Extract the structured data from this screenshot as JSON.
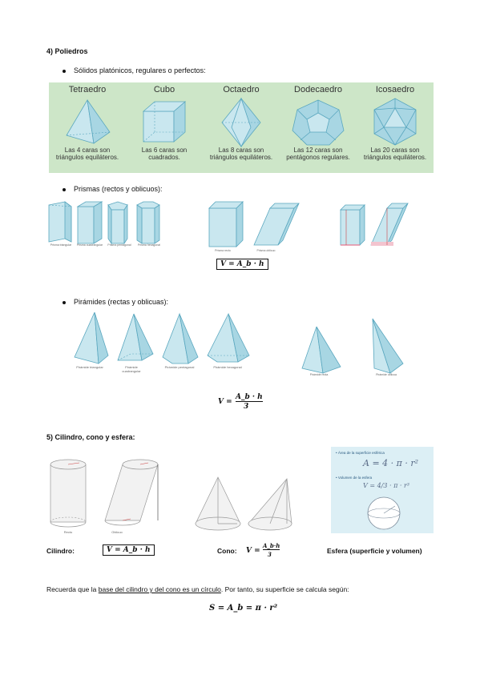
{
  "section4": {
    "title": "4) Poliedros",
    "platonic_bullet": "Sólidos platónicos, regulares o perfectos:",
    "platonic": [
      {
        "name": "Tetraedro",
        "desc": "Las 4 caras son triángulos equiláteros."
      },
      {
        "name": "Cubo",
        "desc": "Las 6 caras son cuadrados."
      },
      {
        "name": "Octaedro",
        "desc": "Las 8 caras son triángulos equiláteros."
      },
      {
        "name": "Dodecaedro",
        "desc": "Las 12 caras son pentágonos regulares."
      },
      {
        "name": "Icosaedro",
        "desc": "Las 20 caras son triángulos equiláteros."
      }
    ],
    "prism_bullet": "Prismas (rectos y oblicuos):",
    "prism_captions": [
      "Prisma triangular",
      "Prisma cuadrangular",
      "Prisma pentagonal",
      "Prisma hexagonal"
    ],
    "prism_recto": "Prisma recto",
    "prism_oblicuo": "Prisma oblicuo",
    "prism_formula": "V = A_b · h",
    "pyramid_bullet": "Pirámides (rectas y oblicuas):",
    "pyramid_captions": [
      "Pirámide triangular",
      "Pirámide cuadrangular",
      "Pirámide pentagonal",
      "Pirámide hexagonal"
    ],
    "pyramid_recta": "Pirámide recta",
    "pyramid_oblicua": "Pirámide oblicua",
    "pyramid_formula_num": "A_b · h",
    "pyramid_formula_den": "3"
  },
  "section5": {
    "title": "5) Cilindro, cono y esfera:",
    "cyl_recto": "Recto",
    "cyl_oblicuo": "Oblicuo",
    "sphere_area_label": "Área de la superficie esférica",
    "sphere_area_formula": "A = 4 · π · r²",
    "sphere_vol_label": "Volumen de la esfera",
    "sphere_vol_formula": "V = 4/3 · π · r³",
    "cilindro_label": "Cilindro:",
    "cilindro_formula": "V = A_b · h",
    "cono_label": "Cono:",
    "cono_formula_num": "A_b·h",
    "cono_formula_den": "3",
    "esfera_label": "Esfera (superficie y volumen)",
    "recuerda_pre": "Recuerda que la ",
    "recuerda_u1": "base del cilindro y del cono es un círculo",
    "recuerda_post": ". Por tanto, su superficie se calcula según:",
    "area_formula": "S = A_b = π · r²"
  }
}
